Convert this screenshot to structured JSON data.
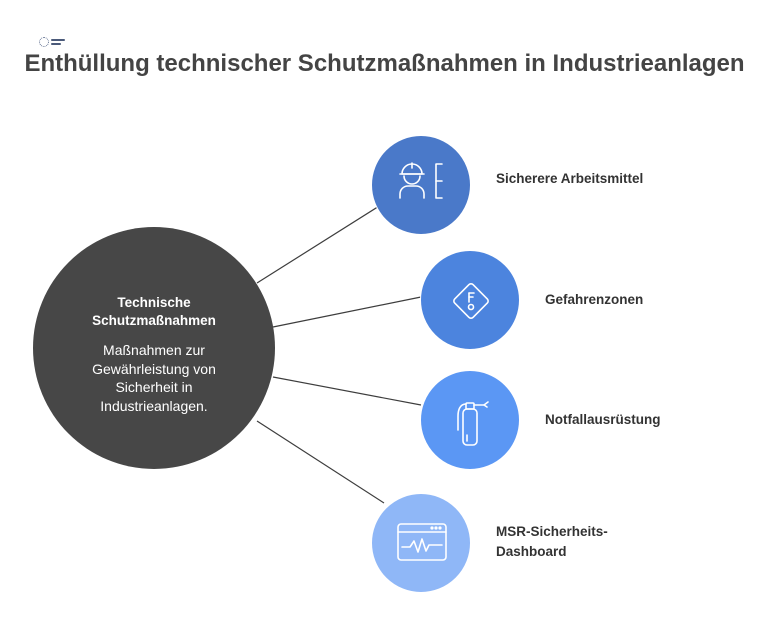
{
  "title": "Enthüllung technischer Schutzmaßnahmen in Industrieanlagen",
  "logo": {
    "icon": "logo-icon"
  },
  "center": {
    "title_line1": "Technische",
    "title_line2": "Schutzmaßnahmen",
    "description_line1": "Maßnahmen zur",
    "description_line2": "Gewährleistung von",
    "description_line3": "Sicherheit in",
    "description_line4": "Industrieanlagen.",
    "color": "#474747"
  },
  "branches": [
    {
      "label_line1": "Sicherere Arbeitsmittel",
      "label_line2": "",
      "icon": "worker-equipment-icon",
      "color": "#4a79c9"
    },
    {
      "label_line1": "Gefahrenzonen",
      "label_line2": "",
      "icon": "danger-zone-icon",
      "color": "#4c84de"
    },
    {
      "label_line1": "Notfallausrüstung",
      "label_line2": "",
      "icon": "fire-extinguisher-icon",
      "color": "#5b97f4"
    },
    {
      "label_line1": "MSR-Sicherheits-",
      "label_line2": "Dashboard",
      "icon": "dashboard-icon",
      "color": "#8fb7f7"
    }
  ]
}
